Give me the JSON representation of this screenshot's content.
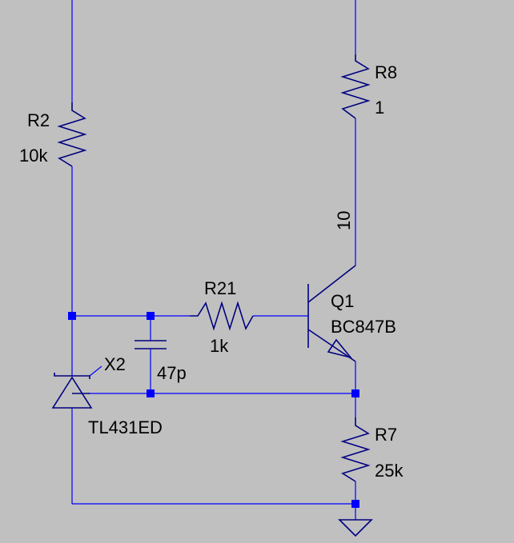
{
  "schematic": {
    "components": {
      "r2": {
        "ref": "R2",
        "value": "10k"
      },
      "r8": {
        "ref": "R8",
        "value": "1"
      },
      "r21": {
        "ref": "R21",
        "value": "1k"
      },
      "r7": {
        "ref": "R7",
        "value": "25k"
      },
      "q1": {
        "ref": "Q1",
        "value": "BC847B"
      },
      "x2": {
        "ref": "X2",
        "value": "TL431ED"
      },
      "c1": {
        "value": "47p"
      }
    },
    "wire_label": "10"
  },
  "colors": {
    "background": "#c0c0c0",
    "wire": "#0000ff",
    "component": "#000080",
    "text": "#000000"
  }
}
